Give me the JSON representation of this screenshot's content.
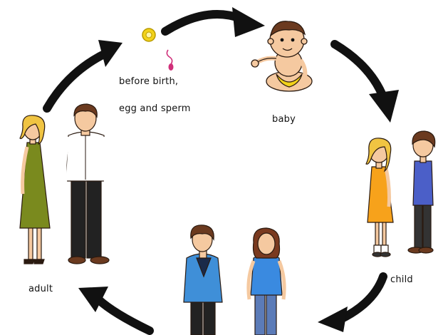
{
  "stages": {
    "before_birth_line1": "before birth,",
    "before_birth_line2": "egg and sperm",
    "baby": "baby",
    "child": "child",
    "adult": "adult"
  },
  "colors": {
    "arrow": "#111111",
    "skin": "#f5c9a0",
    "hair_brown": "#6b3a1f",
    "hair_blond": "#f0c442",
    "egg": "#f2d21a",
    "sperm": "#d0307a",
    "diaper": "#f2d21a",
    "girl_dress": "#f7a21b",
    "boy_shirt_blue": "#4b5fc8",
    "teen_hoodie": "#3f8fd8",
    "teen_top": "#3a8ae0",
    "woman_dress": "#7a8a1e",
    "man_shirt": "#ffffff",
    "trousers_dark": "#222222",
    "jeans": "#5b7bb8"
  }
}
